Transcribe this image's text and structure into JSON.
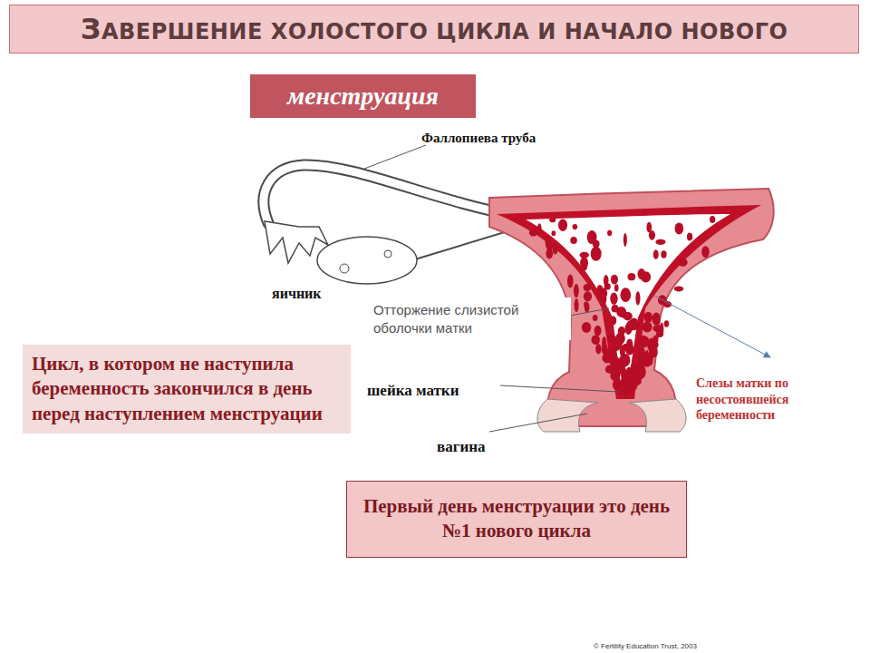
{
  "diagram": {
    "title": "ЗАВЕРШЕНИЕ ХОЛОСТОГО ЦИКЛА И НАЧАЛО НОВОГО",
    "nodes": [
      {
        "text": [
          "менструация"
        ]
      },
      {
        "text": [
          "Отторжение слизистой оболочки матки"
        ]
      },
      {
        "text": [
          "Цикл, в котором не наступила беременность закончился в день перед наступлением менструации"
        ]
      },
      {
        "text": [
          "Первый день менструации это день №1 нового цикла"
        ]
      }
    ],
    "labels": [
      "Фаллопиева труба",
      "яичник",
      "шейка матки",
      "вагина",
      "Слезы матки по несостоявшейся беременности",
      "© Fertility Education Trust, 2003"
    ]
  }
}
